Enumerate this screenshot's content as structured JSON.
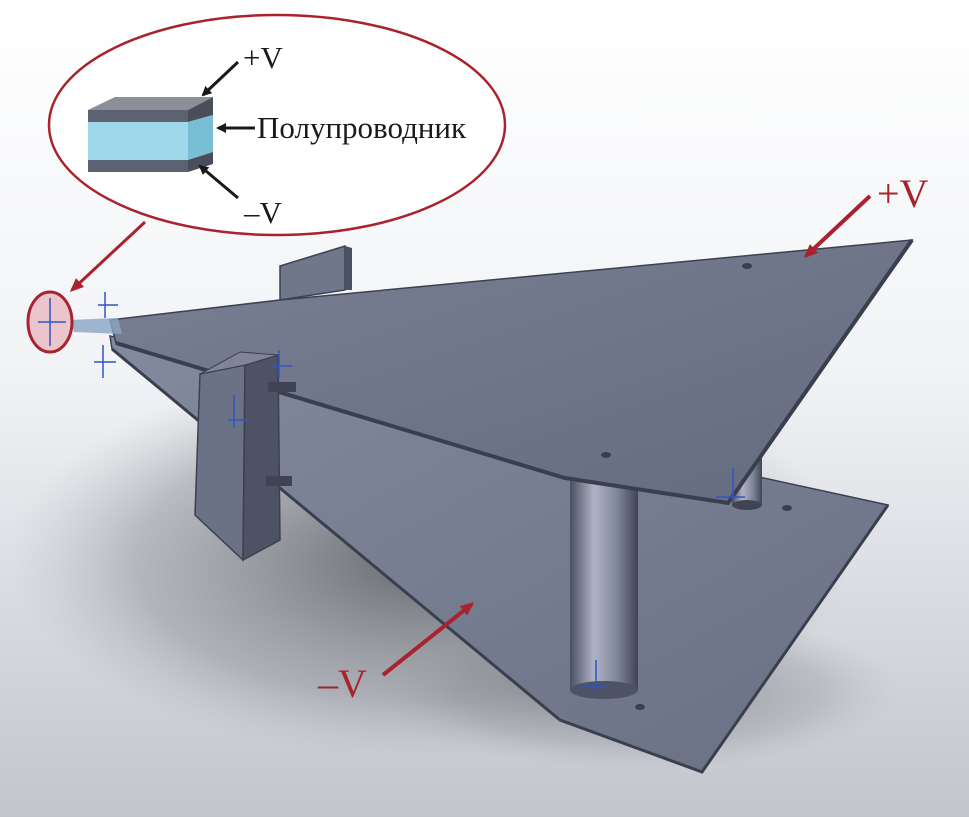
{
  "inset": {
    "plus_label": "+V",
    "semiconductor_label": "Полупроводник",
    "minus_label": "–V"
  },
  "device": {
    "plus_label": "+V",
    "minus_label": "–V"
  },
  "colors": {
    "annotation_red": "#a8232e",
    "text_black": "#1a1a1a",
    "electrode_gray": "#5d6273",
    "plate_top": "#6e7487",
    "plate_bottom": "#7a8094",
    "semiconductor_blue": "#9fd8ea",
    "axis_blue": "#2f55c8"
  }
}
